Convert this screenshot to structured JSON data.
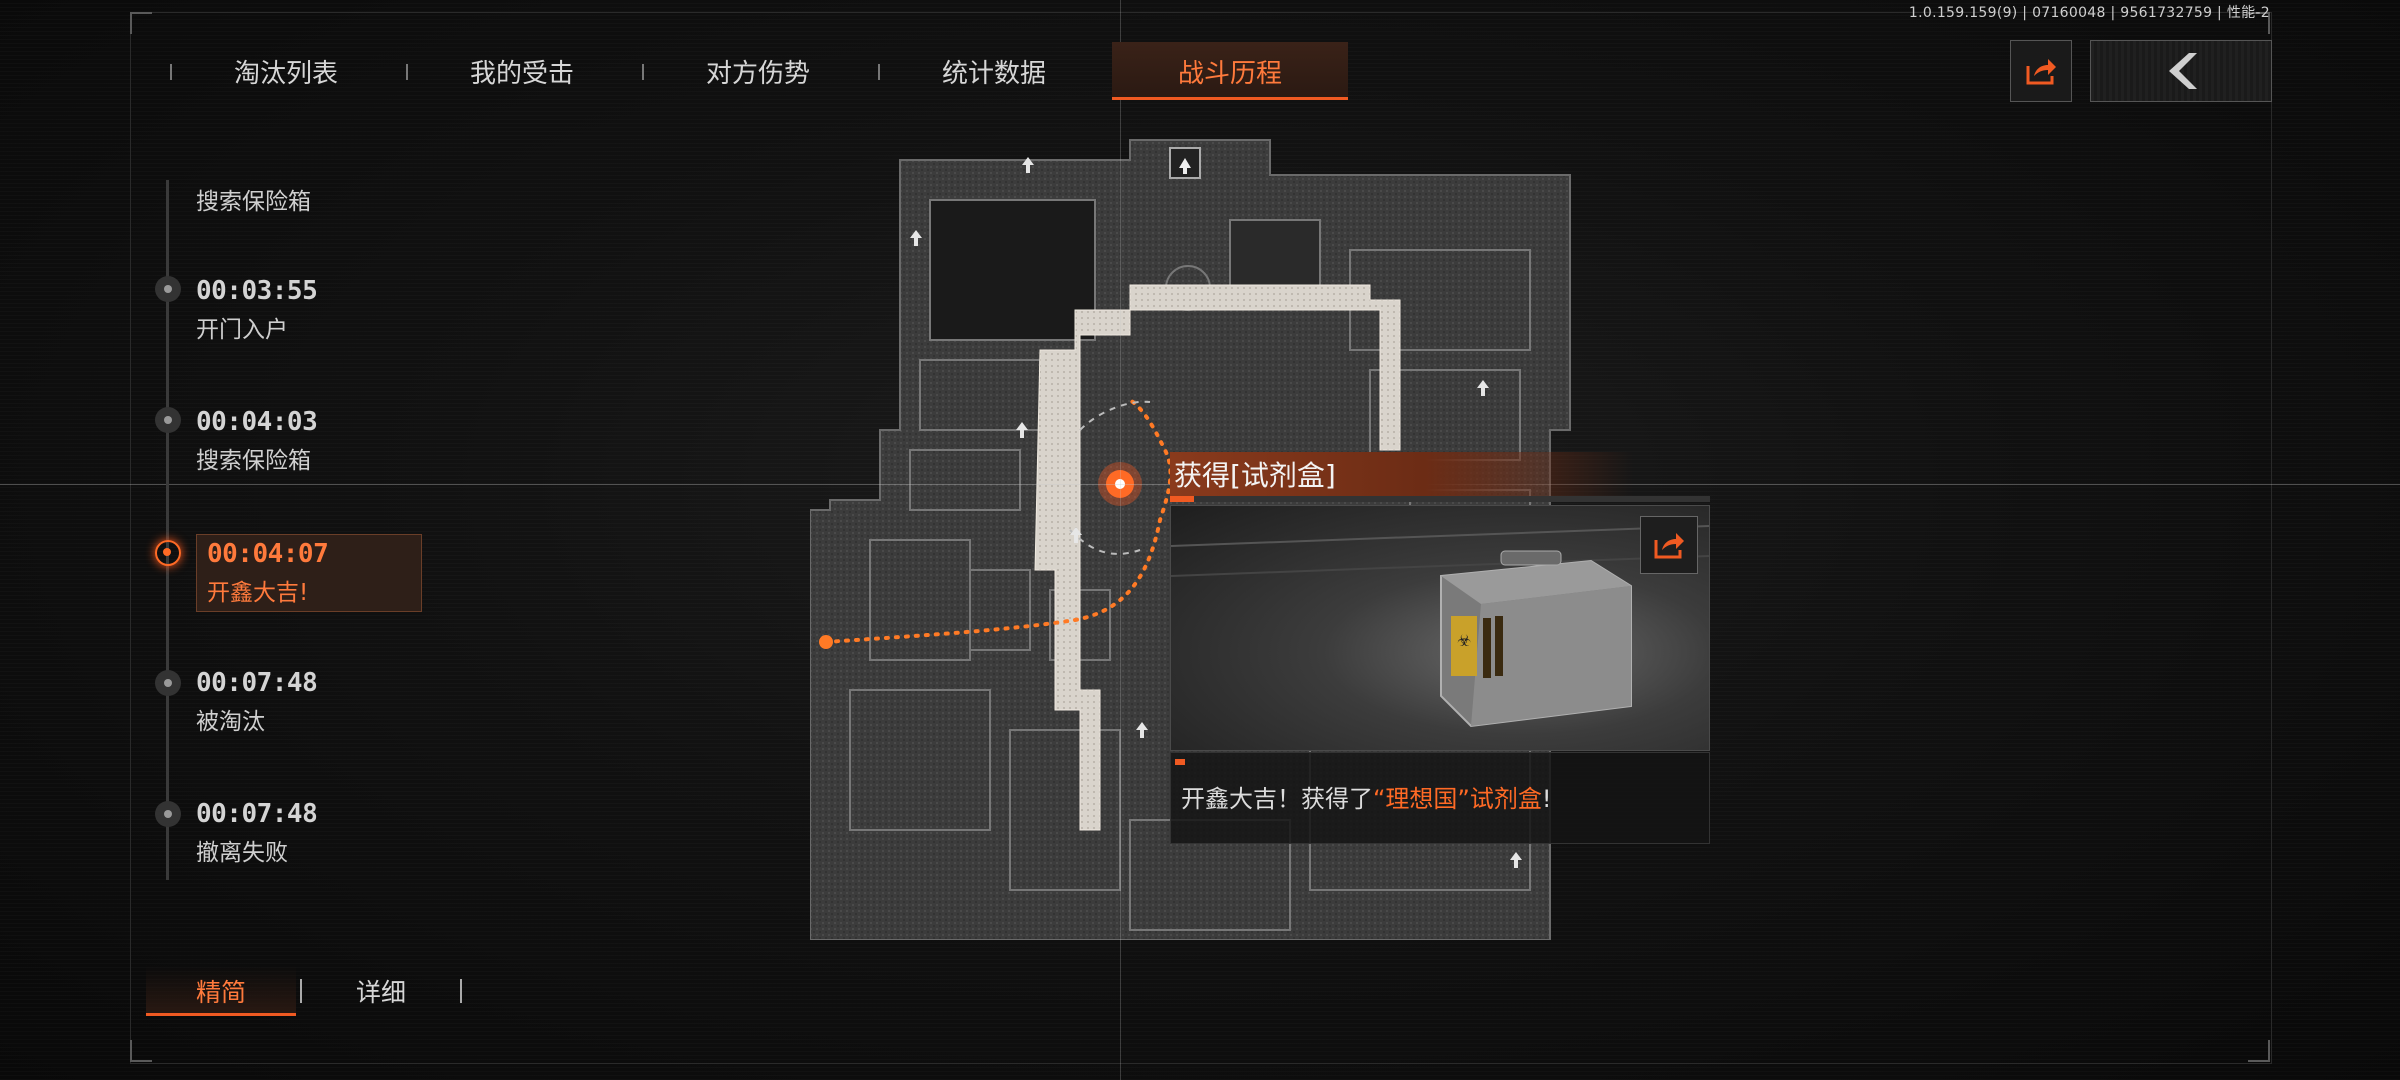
{
  "version": "1.0.159.159(9) | 07160048 | 9561732759 | 性能-2",
  "tabs": [
    {
      "label": "淘汰列表",
      "active": false
    },
    {
      "label": "我的受击",
      "active": false
    },
    {
      "label": "对方伤势",
      "active": false
    },
    {
      "label": "统计数据",
      "active": false
    },
    {
      "label": "战斗历程",
      "active": true
    }
  ],
  "buttons": {
    "share_icon": "share-icon",
    "back_icon": "chevron-left-icon"
  },
  "timeline": [
    {
      "time": "",
      "desc": "搜索保险箱"
    },
    {
      "time": "00:03:55",
      "desc": "开门入户"
    },
    {
      "time": "00:04:03",
      "desc": "搜索保险箱"
    },
    {
      "time": "00:04:07",
      "desc": "开鑫大吉!",
      "active": true
    },
    {
      "time": "00:07:48",
      "desc": "被淘汰"
    },
    {
      "time": "00:07:48",
      "desc": "撤离失败"
    }
  ],
  "mode": {
    "brief": "精简",
    "detail": "详细",
    "selected": "精简"
  },
  "popup": {
    "title": "获得[试剂盒]",
    "desc_prefix": "开鑫大吉！获得了",
    "desc_item": "“理想国”试剂盒",
    "desc_suffix": "!"
  },
  "colors": {
    "accent": "#f05a22",
    "accent_text": "#ff7a3c",
    "background": "#0d0d0d"
  }
}
